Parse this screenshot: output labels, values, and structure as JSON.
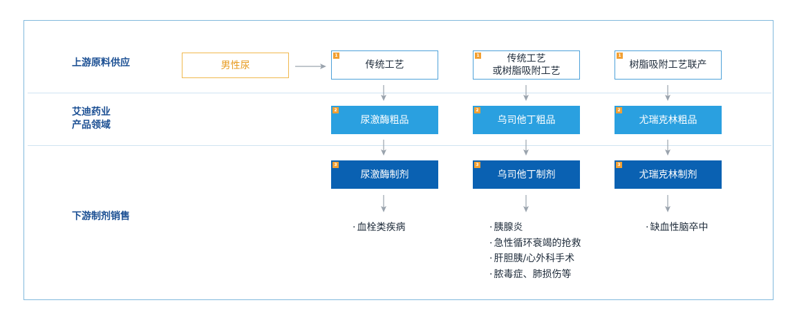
{
  "rows": {
    "upstream": "上游原料供应",
    "company": "艾迪药业\n产品领域",
    "downstream": "下游制剂销售"
  },
  "source_box": "男性尿",
  "columns": [
    {
      "process": "传统工艺",
      "crude": "尿激酶粗品",
      "preparation": "尿激酶制剂",
      "indications": [
        "血栓类疾病"
      ]
    },
    {
      "process": "传统工艺\n或树脂吸附工艺",
      "crude": "乌司他丁粗品",
      "preparation": "乌司他丁制剂",
      "indications": [
        "胰腺炎",
        "急性循环衰竭的抢救",
        "肝胆胰/心外科手术",
        "脓毒症、肺损伤等"
      ]
    },
    {
      "process": "树脂吸附工艺联产",
      "crude": "尤瑞克林粗品",
      "preparation": "尤瑞克林制剂",
      "indications": [
        "缺血性脑卒中"
      ]
    }
  ],
  "badges": {
    "step1": "1",
    "step2": "2",
    "step3": "3"
  },
  "colors": {
    "frame": "#7fb7dc",
    "label": "#1b4f93",
    "orange": "#f0b74a",
    "light_blue": "#2aa0e0",
    "dark_blue": "#0a61b2",
    "arrow": "#9aa3ad"
  }
}
